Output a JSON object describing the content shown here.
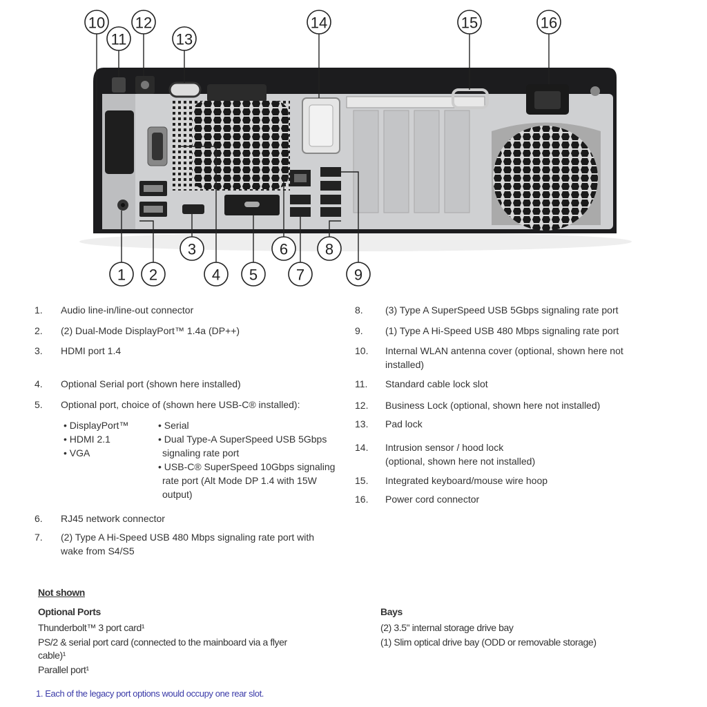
{
  "figure": {
    "callouts": [
      "1",
      "2",
      "3",
      "4",
      "5",
      "6",
      "7",
      "8",
      "9",
      "10",
      "11",
      "12",
      "13",
      "14",
      "15",
      "16"
    ]
  },
  "legend": {
    "left": [
      {
        "n": "1.",
        "text": "Audio line-in/line-out connector"
      },
      {
        "n": "2.",
        "text": "(2) Dual-Mode DisplayPort™ 1.4a (DP++)"
      },
      {
        "n": "3.",
        "text": "HDMI port 1.4"
      },
      {
        "n": "4.",
        "text": "Optional Serial port (shown here installed)"
      },
      {
        "n": "5.",
        "text": "Optional port, choice of (shown here USB-C® installed):"
      },
      {
        "n": "6.",
        "text": "RJ45 network connector"
      },
      {
        "n": "7.",
        "text": "(2) Type A Hi-Speed USB 480 Mbps signaling rate port with",
        "text2": "wake from S4/S5"
      }
    ],
    "options_col1": [
      "• DisplayPort™",
      "• HDMI 2.1",
      "• VGA"
    ],
    "options_col2": [
      "• Serial",
      "• Dual Type-A SuperSpeed USB 5Gbps",
      "signaling rate port",
      "• USB-C® SuperSpeed 10Gbps signaling",
      "rate port (Alt Mode DP 1.4 with 15W",
      "output)"
    ],
    "right": [
      {
        "n": "8.",
        "text": "(3) Type A SuperSpeed USB 5Gbps signaling rate port"
      },
      {
        "n": "9.",
        "text": "(1) Type A Hi-Speed USB 480 Mbps signaling rate port"
      },
      {
        "n": "10.",
        "text": "Internal WLAN antenna cover (optional, shown here not",
        "text2": "installed)"
      },
      {
        "n": "11.",
        "text": "Standard cable lock slot"
      },
      {
        "n": "12.",
        "text": "Business Lock (optional, shown here not installed)"
      },
      {
        "n": "13.",
        "text": "Pad lock"
      },
      {
        "n": "14.",
        "text": "Intrusion sensor / hood lock",
        "text2": "(optional, shown here not installed)"
      },
      {
        "n": "15.",
        "text": "Integrated keyboard/mouse wire hoop"
      },
      {
        "n": "16.",
        "text": "Power cord connector"
      }
    ]
  },
  "not_shown": {
    "heading": "Not shown",
    "optional_ports": {
      "heading": "Optional Ports",
      "items": [
        "Thunderbolt™ 3 port card¹",
        "PS/2 & serial port card (connected to the mainboard via a flyer",
        "cable)¹",
        "Parallel port¹"
      ]
    },
    "bays": {
      "heading": "Bays",
      "items": [
        "(2) 3.5\" internal storage drive bay",
        "(1)  Slim optical drive bay (ODD or removable storage)"
      ]
    },
    "footnote": "1. Each of the legacy port options would occupy one rear slot."
  },
  "colors": {
    "chassis": "#1c1c1e",
    "panel": "#cfd0d2",
    "footnote": "#3a3aa8"
  }
}
